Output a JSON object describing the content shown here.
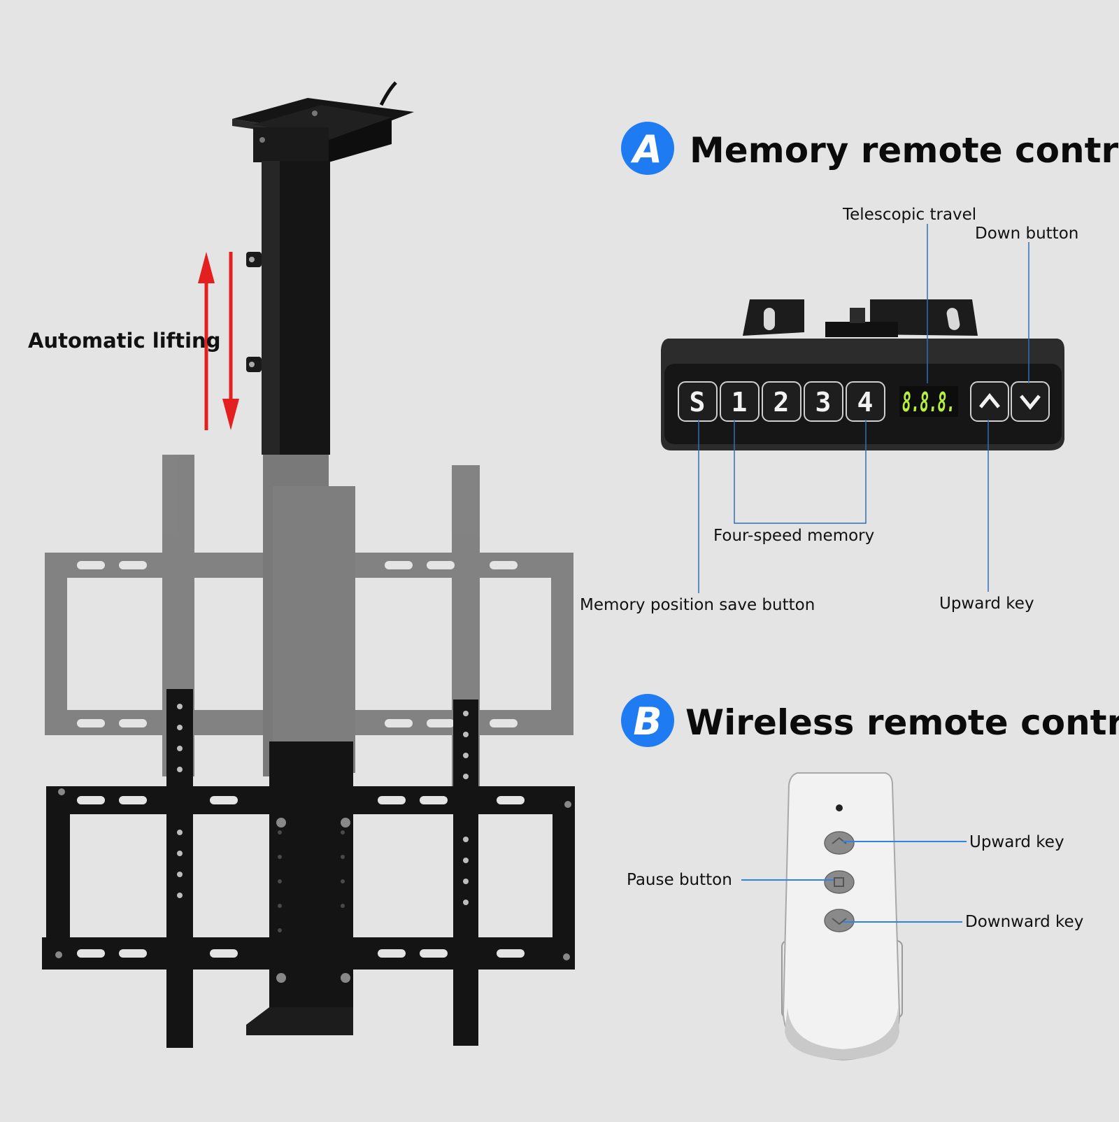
{
  "lifting": {
    "label": "Automatic lifting"
  },
  "section_a": {
    "badge": "A",
    "title": "Memory remote control",
    "keys": [
      "S",
      "1",
      "2",
      "3",
      "4"
    ],
    "display": "8.8.8.",
    "labels": {
      "telescopic_travel": "Telescopic travel",
      "down_button": "Down button",
      "four_speed_memory": "Four-speed memory",
      "memory_save": "Memory position save button",
      "upward_key": "Upward key"
    }
  },
  "section_b": {
    "badge": "B",
    "title": "Wireless remote control",
    "labels": {
      "upward_key": "Upward key",
      "pause_button": "Pause button",
      "downward_key": "Downward key"
    }
  },
  "colors": {
    "badge_blue": "#1f7bf2",
    "arrow_red": "#e41f1f",
    "leader_blue": "#2f82e8",
    "mount_black": "#141414",
    "lcd_green": "#b6f03c"
  }
}
